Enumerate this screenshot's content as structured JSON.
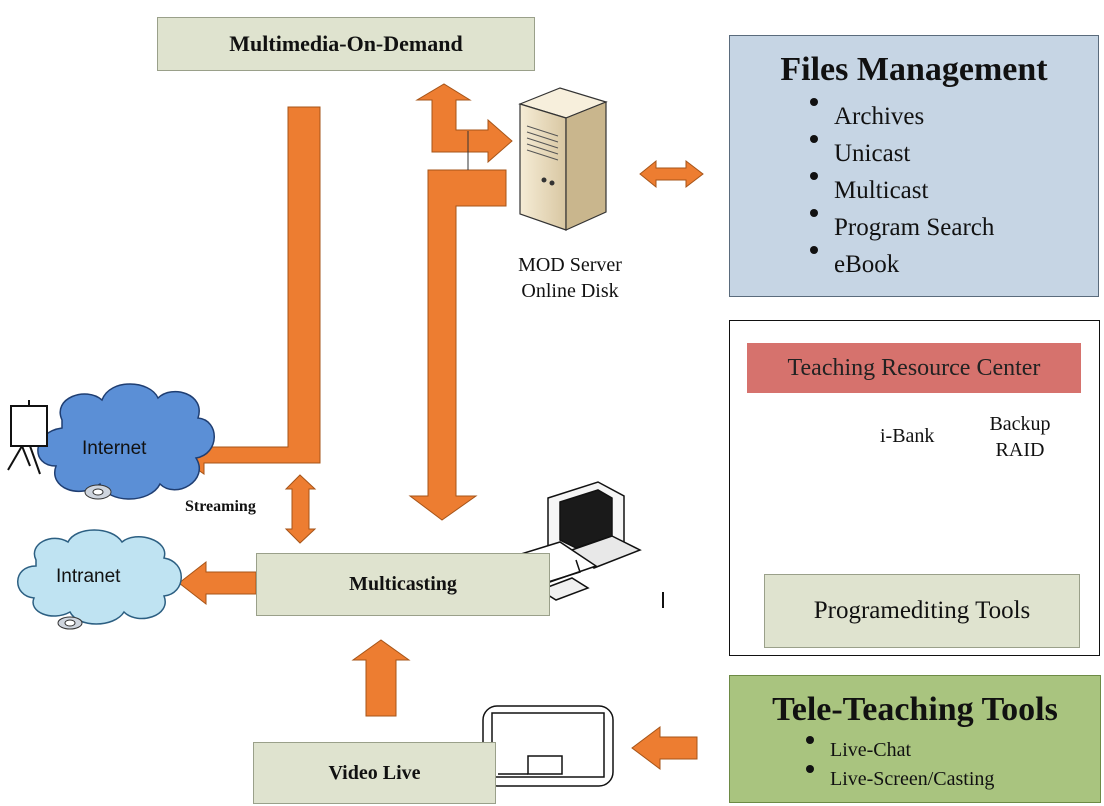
{
  "mod_title": "Multimedia-On-Demand",
  "mod_server": {
    "line1": "MOD Server",
    "line2": "Online Disk"
  },
  "files": {
    "title": "Files Management",
    "items": [
      "Archives",
      "Unicast",
      "Multicast",
      "Program Search",
      "eBook"
    ]
  },
  "trc": {
    "title": "Teaching Resource Center",
    "ibank": "i-Bank",
    "backup_line1": "Backup",
    "backup_line2": "RAID",
    "tools": "Programediting Tools"
  },
  "tele": {
    "title": "Tele-Teaching Tools",
    "items": [
      "Live-Chat",
      "Live-Screen/Casting"
    ]
  },
  "internet": "Internet",
  "intranet": "Intranet",
  "streaming": "Streaming",
  "multicasting": "Multicasting",
  "video_live": "Video Live",
  "colors": {
    "arrow": "#ed7d31",
    "box_green": "#dfe3cf",
    "files_bg": "#c6d5e4",
    "trc_header": "#d6726d",
    "tele_bg": "#a9c47f",
    "internet_cloud": "#5b8fd6",
    "intranet_cloud": "#bfe3f2"
  }
}
